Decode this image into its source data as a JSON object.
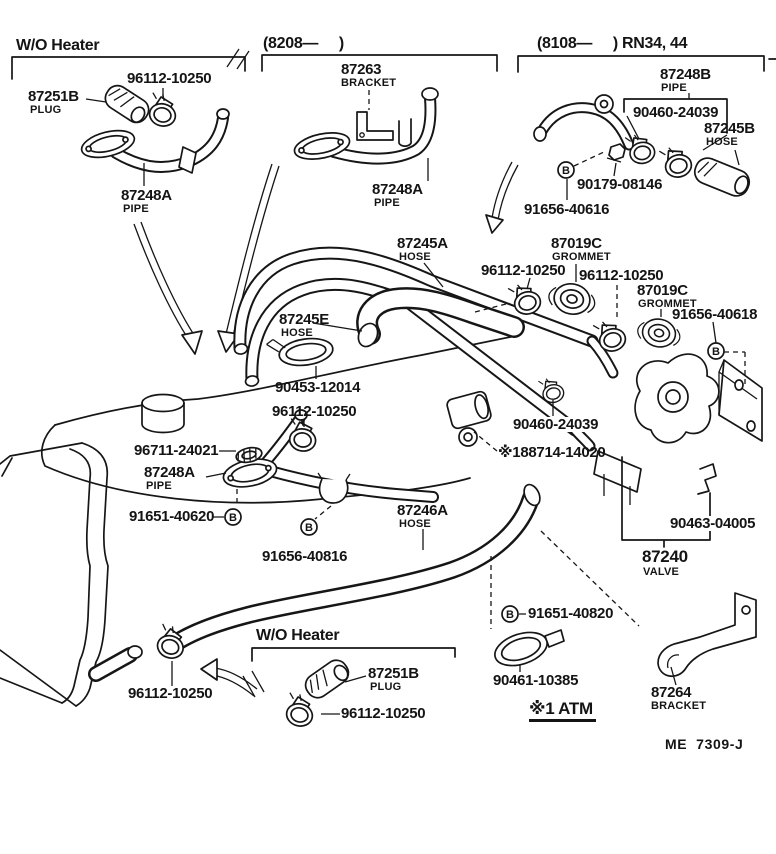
{
  "page": {
    "b_marker": "B",
    "footnote": "※1 ATM",
    "footer_code": "ME  7309-J"
  },
  "sections": {
    "top_left": "W/O Heater",
    "top_mid": "(8208—     )",
    "top_right": "(8108—     ) RN34, 44",
    "bottom": "W/O Heater"
  },
  "parts": {
    "clamp_top_left": {
      "num": "96112-10250"
    },
    "plug_top_left": {
      "num": "87251B",
      "type": "PLUG"
    },
    "pipe_top_left": {
      "num": "87248A",
      "type": "PIPE"
    },
    "bracket_top_mid": {
      "num": "87263",
      "type": "BRACKET"
    },
    "pipe_top_mid": {
      "num": "87248A",
      "type": "PIPE"
    },
    "pipe_top_right": {
      "num": "87248B",
      "type": "PIPE"
    },
    "clamp_top_right": {
      "num": "90460-24039"
    },
    "hose_top_right": {
      "num": "87245B",
      "type": "HOSE"
    },
    "bolt_top_right": {
      "num": "90179-08146"
    },
    "nut_top_right": {
      "num": "91656-40616"
    },
    "hose_main": {
      "num": "87245A",
      "type": "HOSE"
    },
    "grommet_left": {
      "num": "87019C",
      "type": "GROMMET"
    },
    "clamp_mid_1": {
      "num": "96112-10250"
    },
    "clamp_mid_2": {
      "num": "96112-10250"
    },
    "grommet_right": {
      "num": "87019C",
      "type": "GROMMET"
    },
    "bolt_grommet": {
      "num": "91656-40618"
    },
    "hose_short": {
      "num": "87245E",
      "type": "HOSE"
    },
    "clamp_spring": {
      "num": "90453-12014"
    },
    "clamp_mid_3": {
      "num": "96112-10250"
    },
    "gasket": {
      "num": "96711-24021"
    },
    "pipe_main": {
      "num": "87248A",
      "type": "PIPE"
    },
    "bolt_pipe": {
      "num": "91651-40620"
    },
    "clamp_valve": {
      "num": "90460-24039"
    },
    "insulator": {
      "num": "※188714-14020"
    },
    "clip_pipe": {
      "num": "91656-40816"
    },
    "hose_lower": {
      "num": "87246A",
      "type": "HOSE"
    },
    "clip_valve": {
      "num": "90463-04005"
    },
    "valve": {
      "num": "87240",
      "type": "VALVE"
    },
    "bolt_bracket": {
      "num": "91651-40820"
    },
    "clamp_lower": {
      "num": "90461-10385"
    },
    "bracket_lower": {
      "num": "87264",
      "type": "BRACKET"
    },
    "clamp_radiator": {
      "num": "96112-10250"
    },
    "plug_bottom": {
      "num": "87251B",
      "type": "PLUG"
    },
    "clamp_bottom": {
      "num": "96112-10250"
    }
  }
}
